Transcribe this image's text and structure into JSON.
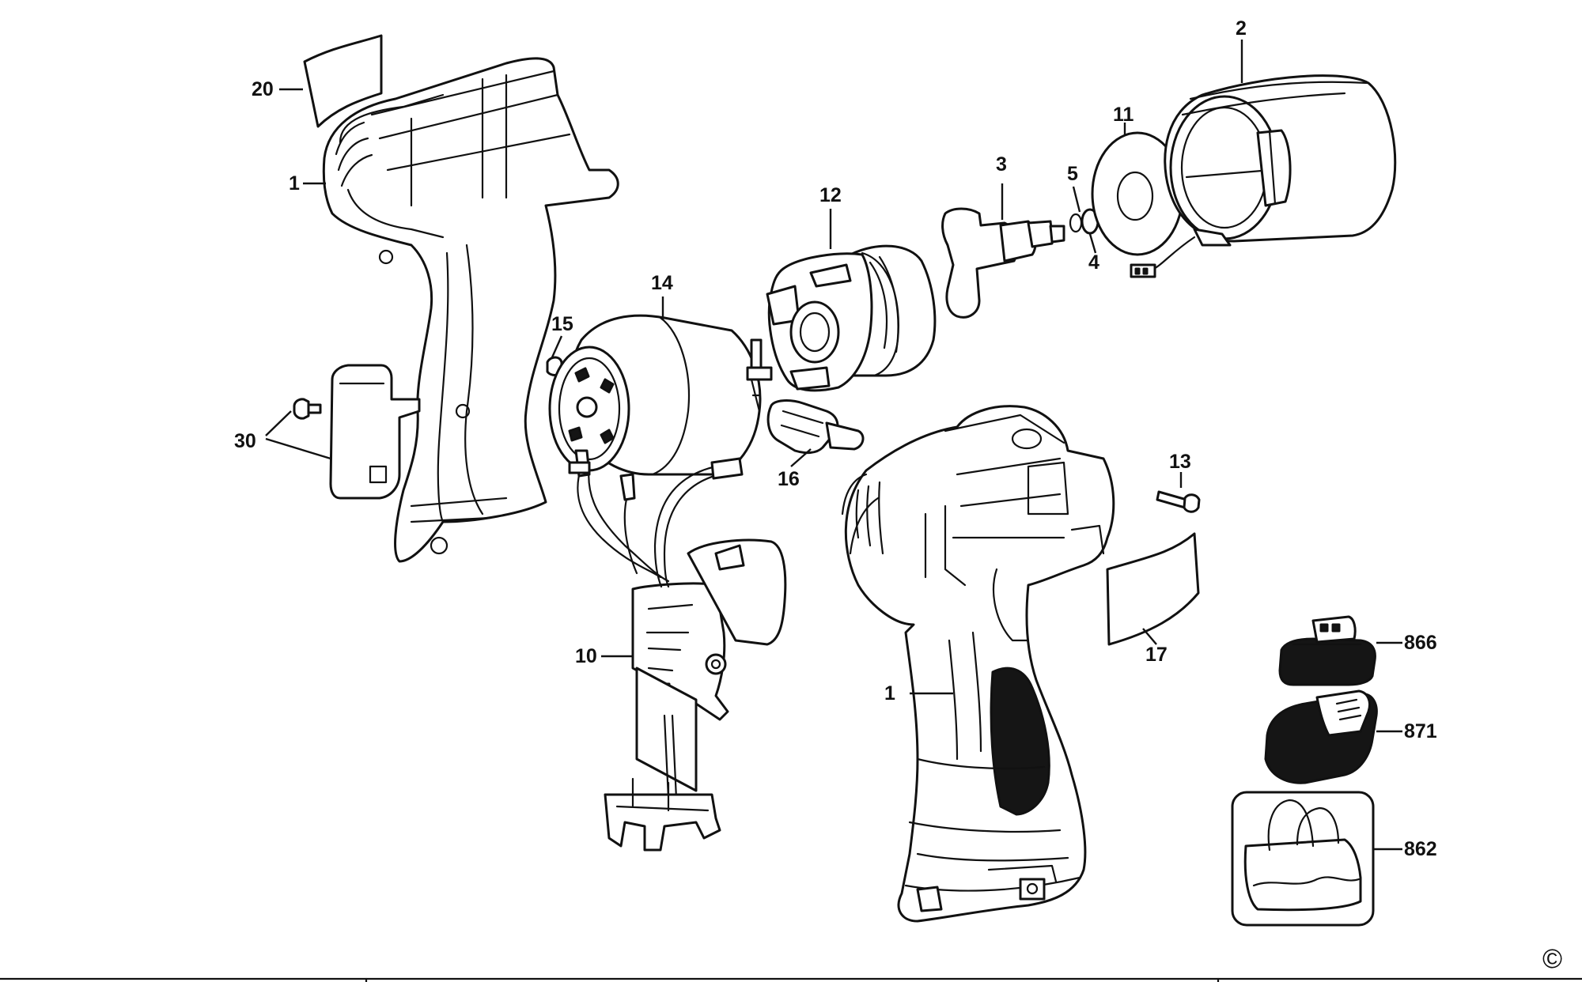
{
  "labels": {
    "p20": "20",
    "p1a": "1",
    "p30": "30",
    "p15": "15",
    "p14": "14",
    "p12": "12",
    "p3": "3",
    "p5": "5",
    "p4": "4",
    "p11": "11",
    "p2": "2",
    "p16": "16",
    "p10": "10",
    "p13": "13",
    "p17": "17",
    "p1b": "1",
    "p866": "866",
    "p871": "871",
    "p862": "862"
  },
  "copyright": "©"
}
